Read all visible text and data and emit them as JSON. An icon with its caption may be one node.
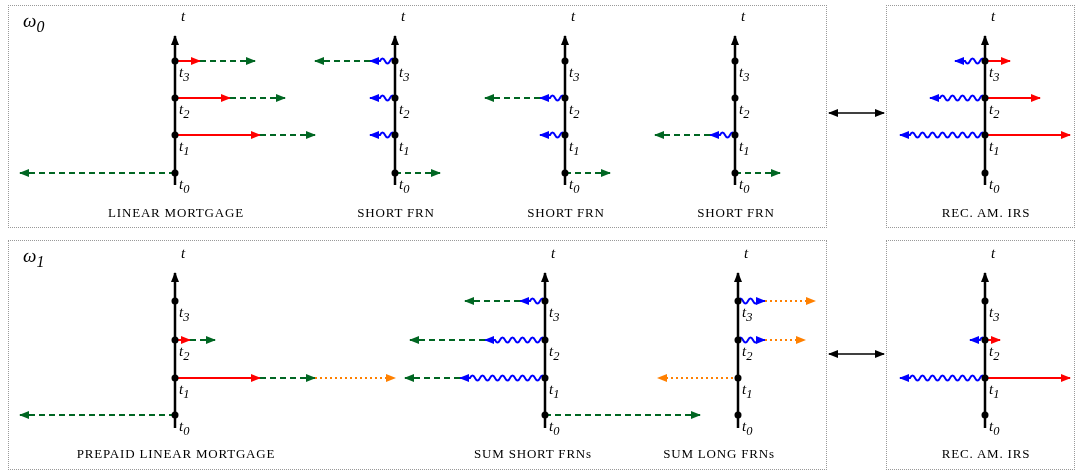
{
  "diagram": {
    "nodes": [
      {
        "text": [
          "ω$_{0}$"
        ]
      },
      {
        "text": [
          "LINEAR MORTGAGE"
        ],
        "in": 0
      },
      {
        "text": [
          "SHORT FRN"
        ],
        "in": 0
      },
      {
        "text": [
          "SHORT FRN"
        ],
        "in": 0
      },
      {
        "text": [
          "SHORT FRN"
        ],
        "in": 0
      },
      {
        "text": [],
        "shape": "box"
      },
      {
        "text": [
          "REC. AM. IRS"
        ],
        "in": 5
      },
      {
        "text": [
          "ω$_{1}$"
        ]
      },
      {
        "text": [
          "PREPAID LINEAR MORTGAGE"
        ],
        "in": 7
      },
      {
        "text": [
          "SUM SHORT FRNs"
        ],
        "in": 7
      },
      {
        "text": [
          "SUM LONG FRNs"
        ],
        "in": 7
      },
      {
        "text": [],
        "shape": "box"
      },
      {
        "text": [
          "REC. AM. IRS"
        ],
        "in": 11
      }
    ],
    "edges": [
      {
        "from": 0,
        "to": 5,
        "arrow": "both"
      },
      {
        "from": 7,
        "to": 11,
        "arrow": "both"
      }
    ],
    "labels": [
      "t",
      "t$_{3}$",
      "t$_{2}$",
      "t$_{1}$",
      "t$_{0}$",
      "t",
      "t$_{3}$",
      "t$_{2}$",
      "t$_{1}$",
      "t$_{0}$",
      "t",
      "t$_{3}$",
      "t$_{2}$",
      "t$_{1}$",
      "t$_{0}$",
      "t",
      "t$_{3}$",
      "t$_{2}$",
      "t$_{1}$",
      "t$_{0}$",
      "t",
      "t$_{3}$",
      "t$_{2}$",
      "t$_{1}$",
      "t$_{0}$",
      "t",
      "t$_{3}$",
      "t$_{2}$",
      "t$_{1}$",
      "t$_{0}$",
      "t",
      "t$_{3}$",
      "t$_{2}$",
      "t$_{1}$",
      "t$_{0}$",
      "t",
      "t$_{3}$",
      "t$_{2}$",
      "t$_{1}$",
      "t$_{0}$",
      "t",
      "t$_{3}$",
      "t$_{2}$",
      "t$_{1}$",
      "t$_{0}$"
    ]
  }
}
